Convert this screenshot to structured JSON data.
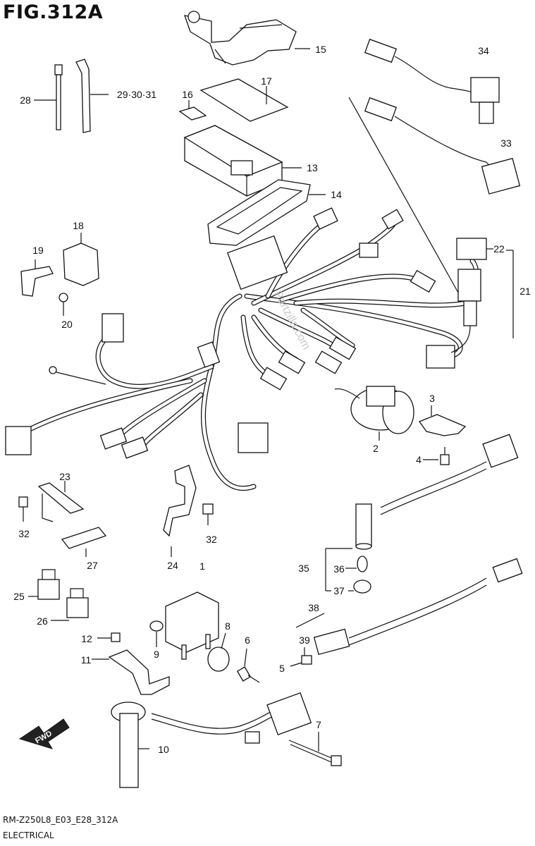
{
  "figure": {
    "title": "FIG.312A",
    "footer_code": "RM-Z250L8_E03_E28_312A",
    "footer_name": "ELECTRICAL",
    "watermark": "Partzilla.com",
    "fwd_label": "FWD"
  },
  "callouts": [
    {
      "id": "c1",
      "label": "1"
    },
    {
      "id": "c2",
      "label": "2"
    },
    {
      "id": "c3",
      "label": "3"
    },
    {
      "id": "c4",
      "label": "4"
    },
    {
      "id": "c5",
      "label": "5"
    },
    {
      "id": "c6",
      "label": "6"
    },
    {
      "id": "c7",
      "label": "7"
    },
    {
      "id": "c8",
      "label": "8"
    },
    {
      "id": "c9",
      "label": "9"
    },
    {
      "id": "c10",
      "label": "10"
    },
    {
      "id": "c11",
      "label": "11"
    },
    {
      "id": "c12",
      "label": "12"
    },
    {
      "id": "c13",
      "label": "13"
    },
    {
      "id": "c14",
      "label": "14"
    },
    {
      "id": "c15",
      "label": "15"
    },
    {
      "id": "c16",
      "label": "16"
    },
    {
      "id": "c17",
      "label": "17"
    },
    {
      "id": "c18",
      "label": "18"
    },
    {
      "id": "c19",
      "label": "19"
    },
    {
      "id": "c20",
      "label": "20"
    },
    {
      "id": "c21",
      "label": "21"
    },
    {
      "id": "c22",
      "label": "22"
    },
    {
      "id": "c23",
      "label": "23"
    },
    {
      "id": "c24",
      "label": "24"
    },
    {
      "id": "c25",
      "label": "25"
    },
    {
      "id": "c26",
      "label": "26"
    },
    {
      "id": "c27",
      "label": "27"
    },
    {
      "id": "c28",
      "label": "28"
    },
    {
      "id": "c29",
      "label": "29·30·31"
    },
    {
      "id": "c32a",
      "label": "32"
    },
    {
      "id": "c32b",
      "label": "32"
    },
    {
      "id": "c33",
      "label": "33"
    },
    {
      "id": "c34",
      "label": "34"
    },
    {
      "id": "c35",
      "label": "35"
    },
    {
      "id": "c36",
      "label": "36"
    },
    {
      "id": "c37",
      "label": "37"
    },
    {
      "id": "c38",
      "label": "38"
    },
    {
      "id": "c39",
      "label": "39"
    }
  ]
}
